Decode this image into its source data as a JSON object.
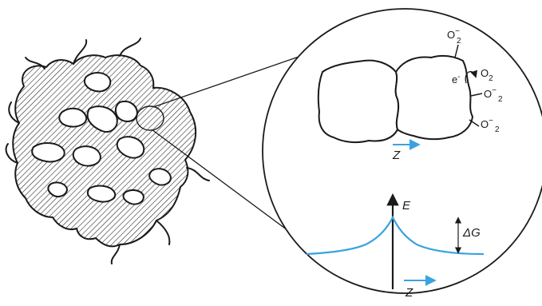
{
  "colors": {
    "ink": "#1a1a1a",
    "accent": "#3aa3e0",
    "background": "#ffffff"
  },
  "labels": {
    "oxygen_ion_top": {
      "base": "O",
      "sup": "−",
      "sub": "2"
    },
    "electron": {
      "base": "e",
      "sup": "-"
    },
    "oxygen_molecule": {
      "base": "O",
      "sub": "2"
    },
    "oxygen_ion_mid": {
      "base": "O",
      "sup": "−",
      "sub": "2"
    },
    "oxygen_ion_low": {
      "base": "O",
      "sup": "−",
      "sub": "2"
    },
    "z_upper": "Z",
    "energy_axis": "E",
    "delta_g": "ΔG",
    "z_lower": "Z"
  }
}
